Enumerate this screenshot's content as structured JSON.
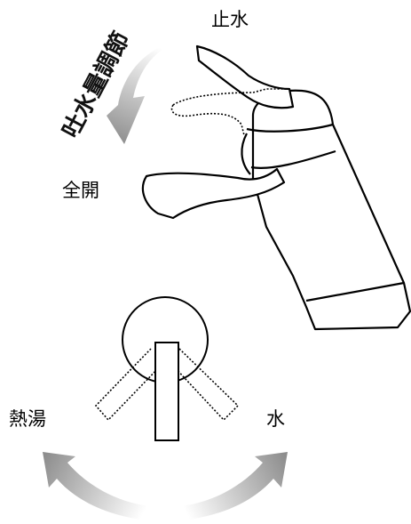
{
  "labels": {
    "stop": "止水",
    "full_open": "全開",
    "hot": "熱湯",
    "cold": "水"
  },
  "arc_text": {
    "text": "吐水量調節"
  },
  "colors": {
    "arrow_dark": "#888888",
    "arrow_light": "#ffffff",
    "stroke": "#000000"
  }
}
